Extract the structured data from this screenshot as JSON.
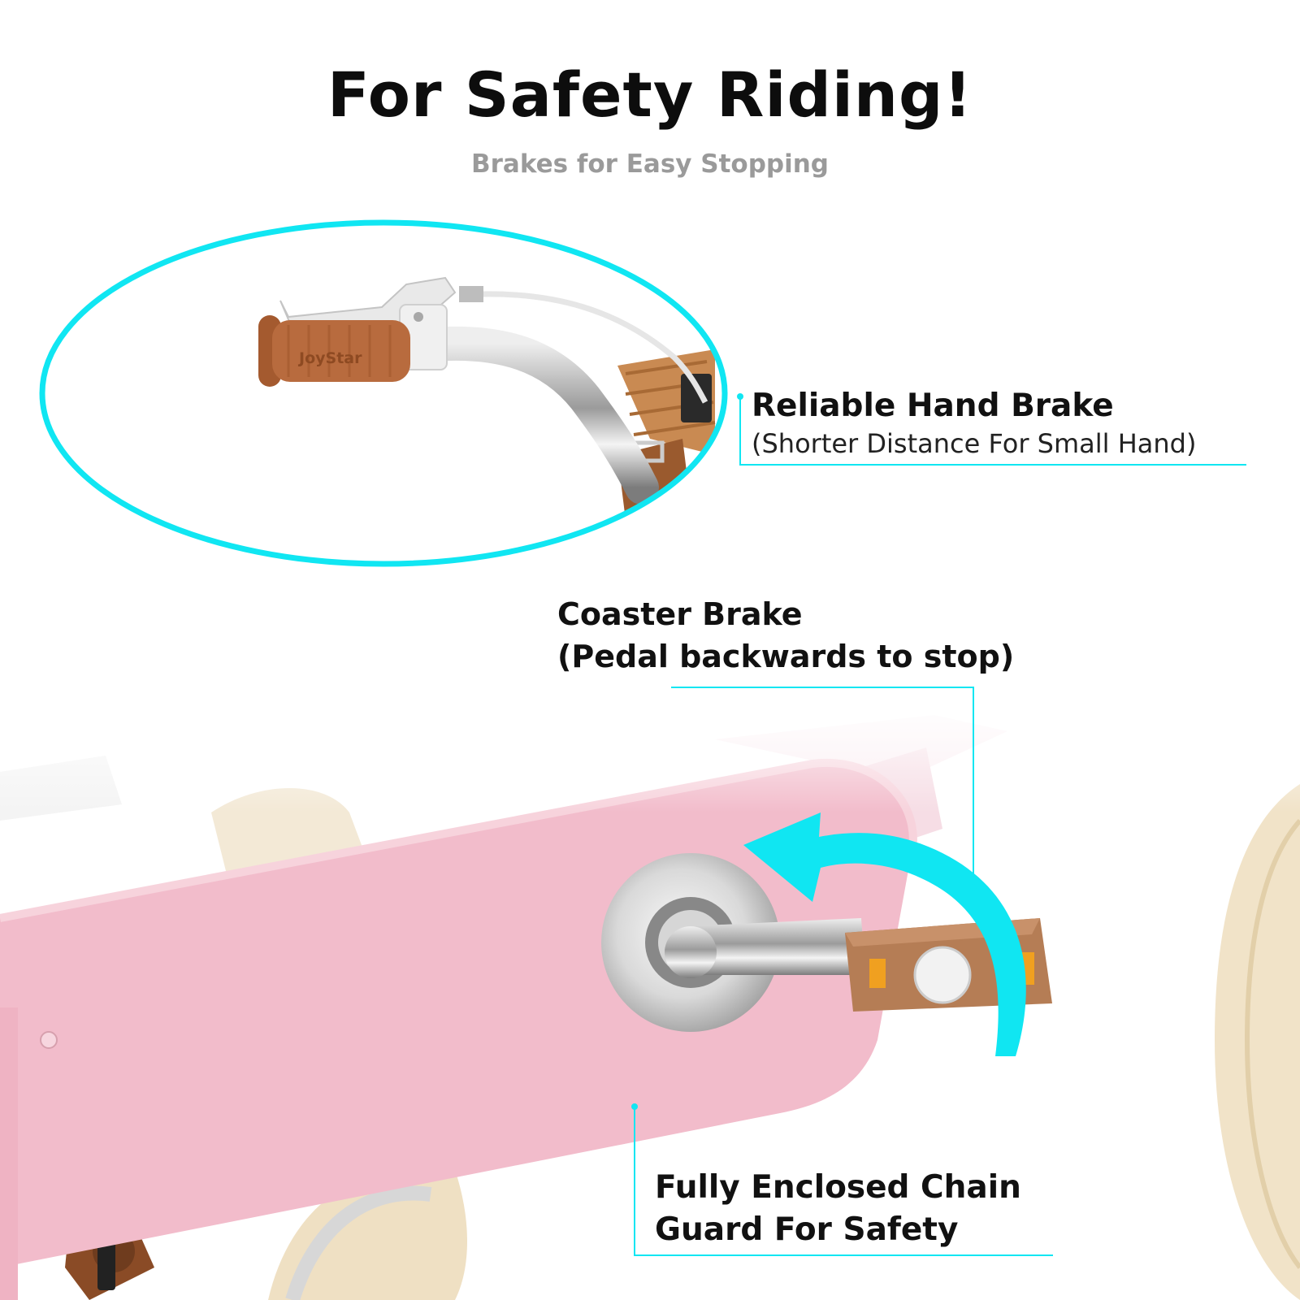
{
  "header": {
    "title": "For Safety Riding!",
    "subtitle": "Brakes for Easy Stopping"
  },
  "callouts": {
    "hand_brake": {
      "title": "Reliable Hand Brake",
      "note": "(Shorter Distance For Small Hand)"
    },
    "coaster_brake": {
      "title": "Coaster Brake",
      "note": "(Pedal backwards to stop)"
    },
    "chain_guard": {
      "line1": "Fully Enclosed Chain",
      "line2": "Guard For Safety"
    }
  },
  "grip_logo": "JoyStar",
  "colors": {
    "accent": "#10e6f2",
    "frame_pink": "#f2bccb",
    "grip_brown": "#b86b3e",
    "tire_cream": "#f1e3c8"
  }
}
